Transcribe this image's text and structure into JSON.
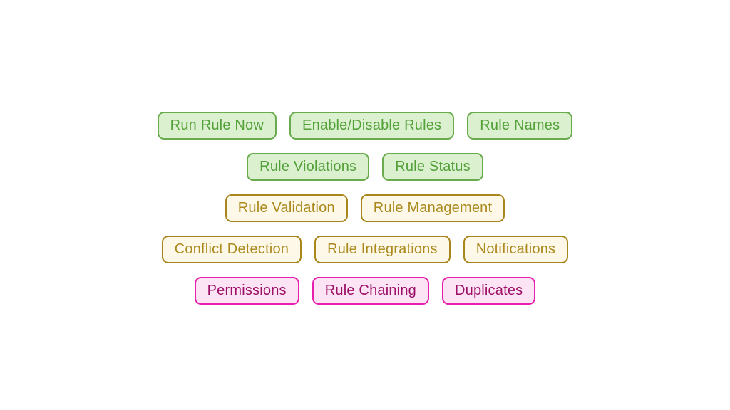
{
  "page": {
    "background_color": "#ffffff"
  },
  "chip_styles": {
    "green": {
      "bg": "#daf0cf",
      "border": "#6aac4d",
      "text": "#53a039"
    },
    "gold": {
      "bg": "#fdf8e7",
      "border": "#a8861c",
      "text": "#ab891d"
    },
    "pink": {
      "bg": "#fce4f4",
      "border": "#e620ad",
      "text": "#9c0f66"
    }
  },
  "rows": [
    {
      "style": "green",
      "chips": [
        "Run Rule Now",
        "Enable/Disable Rules",
        "Rule Names"
      ]
    },
    {
      "style": "green",
      "chips": [
        "Rule Violations",
        "Rule Status"
      ]
    },
    {
      "style": "gold",
      "chips": [
        "Rule Validation",
        "Rule Management"
      ]
    },
    {
      "style": "gold",
      "chips": [
        "Conflict Detection",
        "Rule Integrations",
        "Notifications"
      ]
    },
    {
      "style": "pink",
      "chips": [
        "Permissions",
        "Rule Chaining",
        "Duplicates"
      ]
    }
  ]
}
